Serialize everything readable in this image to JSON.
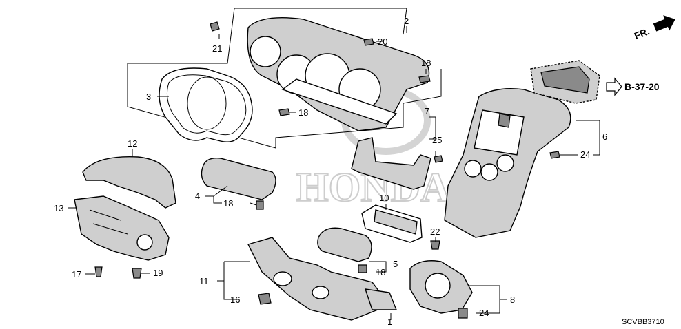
{
  "labels": {
    "l1": "1",
    "l2": "2",
    "l3": "3",
    "l4": "4",
    "l5": "5",
    "l6": "6",
    "l7": "7",
    "l8": "8",
    "l10": "10",
    "l11": "11",
    "l12": "12",
    "l13": "13",
    "l16": "16",
    "l17": "17",
    "l18a": "18",
    "l18b": "18",
    "l18c": "18",
    "l18d": "18",
    "l19": "19",
    "l20": "20",
    "l21": "21",
    "l22": "22",
    "l24a": "24",
    "l24b": "24",
    "l25": "25"
  },
  "reference": "B-37-20",
  "direction": "FR.",
  "diagram_code": "SCVBB3710",
  "watermark": "HONDA"
}
